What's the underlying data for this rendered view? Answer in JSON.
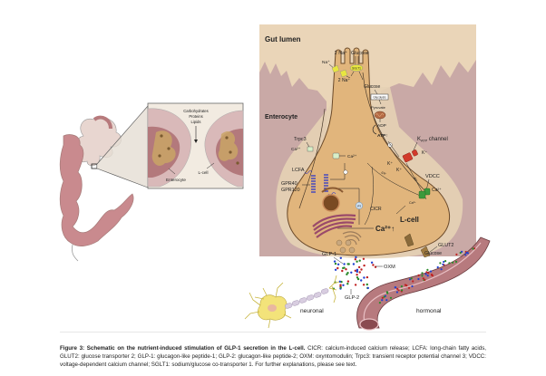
{
  "figure": {
    "left_panel": {
      "inset_labels": {
        "nutrients": [
          "Carbohydrates",
          "Proteins",
          "Lipids"
        ],
        "enterocyte": "Enterocyte",
        "l_cell": "L-cell"
      }
    },
    "main_panel": {
      "region_labels": {
        "gut_lumen": "Gut lumen",
        "enterocyte": "Enterocyte",
        "l_cell": "L-cell"
      },
      "apical": {
        "na_top": "2 Na⁺",
        "glucose_top": "Glucose",
        "sglt1": "SGLT1",
        "na_left": "Na⁺",
        "na_inner": "2 Na⁺",
        "glucose_inner": "Glucose",
        "glycolysis": "Glycolysis",
        "pyruvate": "Pyruvate",
        "adp": "ADP",
        "atp": "ATP↑"
      },
      "channels": {
        "katp": "K",
        "katp_sub": "ATP",
        "katp_suffix": " channel",
        "k_out": "K⁺",
        "k_in_1": "K⁺",
        "k_in_2": "K⁺",
        "delta_psi_1": "ΔΨ",
        "delta_psi_2": "ΔΨ",
        "vdcc": "VDCC",
        "ca_vdcc": "Ca²⁺",
        "ca_inner_vdcc": "Ca²⁺",
        "trpc3": "Trpc3",
        "ca_trpc3": "Ca²⁺",
        "ca_channel": "Ca²⁺"
      },
      "receptors": {
        "lcfa": "LCFA",
        "gpr40": "GPR40",
        "gpr120": "GPR120",
        "ip3": "IP3",
        "cicr": "CICR",
        "ca_up": "Ca²⁺↑"
      },
      "basolateral": {
        "glut2": "GLUT2",
        "glucose": "Glucose"
      },
      "secretion": {
        "glp1": "GLP-1",
        "glp2": "GLP-2",
        "oxm": "OXM",
        "neuronal": "neuronal",
        "hormonal": "hormonal"
      },
      "colors": {
        "lumen_bg": "#ead5b8",
        "enterocyte_bg": "#c9a9a6",
        "lcell_fill": "#e1b57c",
        "lcell_outline": "#6b4a2a",
        "gpr_blue": "#2a34c9",
        "vdcc_green": "#3c9a3c",
        "katp_red": "#d23a2a",
        "sglt_yellow": "#e8e640",
        "vessel": "#9a5a5e",
        "neuron": "#f0e070",
        "dot_red": "#c02020",
        "dot_blue": "#2040d0",
        "dot_green": "#2a8a2a"
      }
    }
  },
  "caption": {
    "title": "Figure 3: Schematic on the nutrient-induced stimulation of GLP-1 secretion in the L-cell.",
    "body": " CICR: calcium-induced calcium release; LCFA: long-chain fatty acids, GLUT2: glucose transporter 2; GLP-1: glucagon-like peptide-1; GLP-2: glucagon-like peptide-2; OXM: oxyntomodulin; Trpc3: transient receptor potential channel 3; VDCC: voltage-dependent calcium channel; SGLT1: sodium/glucose co-transporter 1. For further explanations, please see text."
  }
}
